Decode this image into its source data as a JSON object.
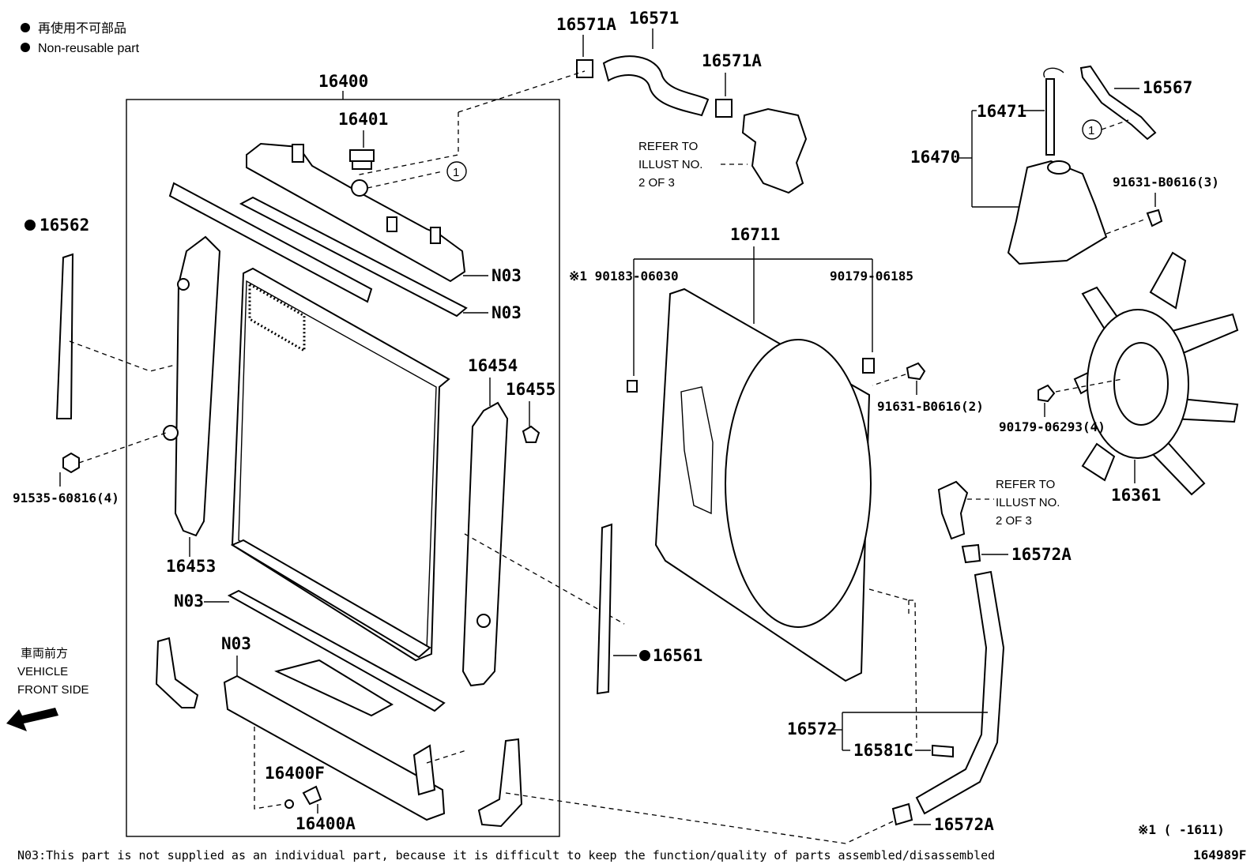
{
  "legend": {
    "line1": "再使用不可部品",
    "line2": "Non-reusable part"
  },
  "labels": {
    "p16400": "16400",
    "p16401": "16401",
    "p16562": "16562",
    "p16453": "16453",
    "p16454": "16454",
    "p16455": "16455",
    "p91535": "91535-60816(4)",
    "n03_a": "N03",
    "n03_b": "N03",
    "n03_c": "N03",
    "n03_d": "N03",
    "p16400F": "16400F",
    "p16400A": "16400A",
    "p16571A_a": "16571A",
    "p16571": "16571",
    "p16571A_b": "16571A",
    "p16711": "16711",
    "p90183": "※1 90183-06030",
    "p90179a": "90179-06185",
    "p91631a": "91631-B0616(2)",
    "p16561": "16561",
    "p16471": "16471",
    "p16567": "16567",
    "p16470": "16470",
    "p91631b": "91631-B0616(3)",
    "p90179b": "90179-06293(4)",
    "p16361": "16361",
    "p16572A_a": "16572A",
    "p16572": "16572",
    "p16581C": "16581C",
    "p16572A_b": "16572A",
    "circle1": "1",
    "circle2": "1"
  },
  "refer1": {
    "l1": "REFER TO",
    "l2": "ILLUST NO.",
    "l3": "2 OF 3"
  },
  "refer2": {
    "l1": "REFER TO",
    "l2": "ILLUST NO.",
    "l3": "2 OF 3"
  },
  "vehicle": {
    "l1": "車両前方",
    "l2": "VEHICLE",
    "l3": "FRONT SIDE"
  },
  "footnote": "N03:This part is not supplied as an individual part, because it is difficult to keep the function/quality of parts assembled/disassembled",
  "remark": "※1 (      -1611)",
  "illust_code": "164989F"
}
